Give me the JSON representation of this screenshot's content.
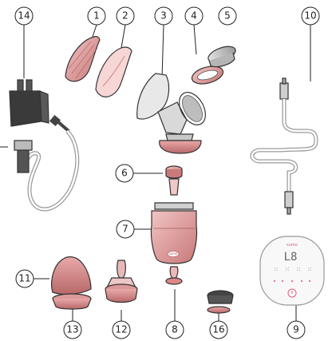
{
  "callouts": [
    "1",
    "2",
    "3",
    "4",
    "5",
    "6",
    "7",
    "8",
    "9",
    "10",
    "11",
    "12",
    "13",
    "14",
    "16"
  ],
  "display": {
    "reading": "L8",
    "brand": "sumo"
  },
  "bottle_logo": "sumo",
  "colors": {
    "rose": "#d98a8a",
    "rose_light": "#f2c2c2",
    "rose_dark": "#b86a6a",
    "gray": "#bfbfbf",
    "dark": "#333333",
    "pink_accent": "#e05a7a"
  },
  "icons": [
    "power-icon"
  ]
}
